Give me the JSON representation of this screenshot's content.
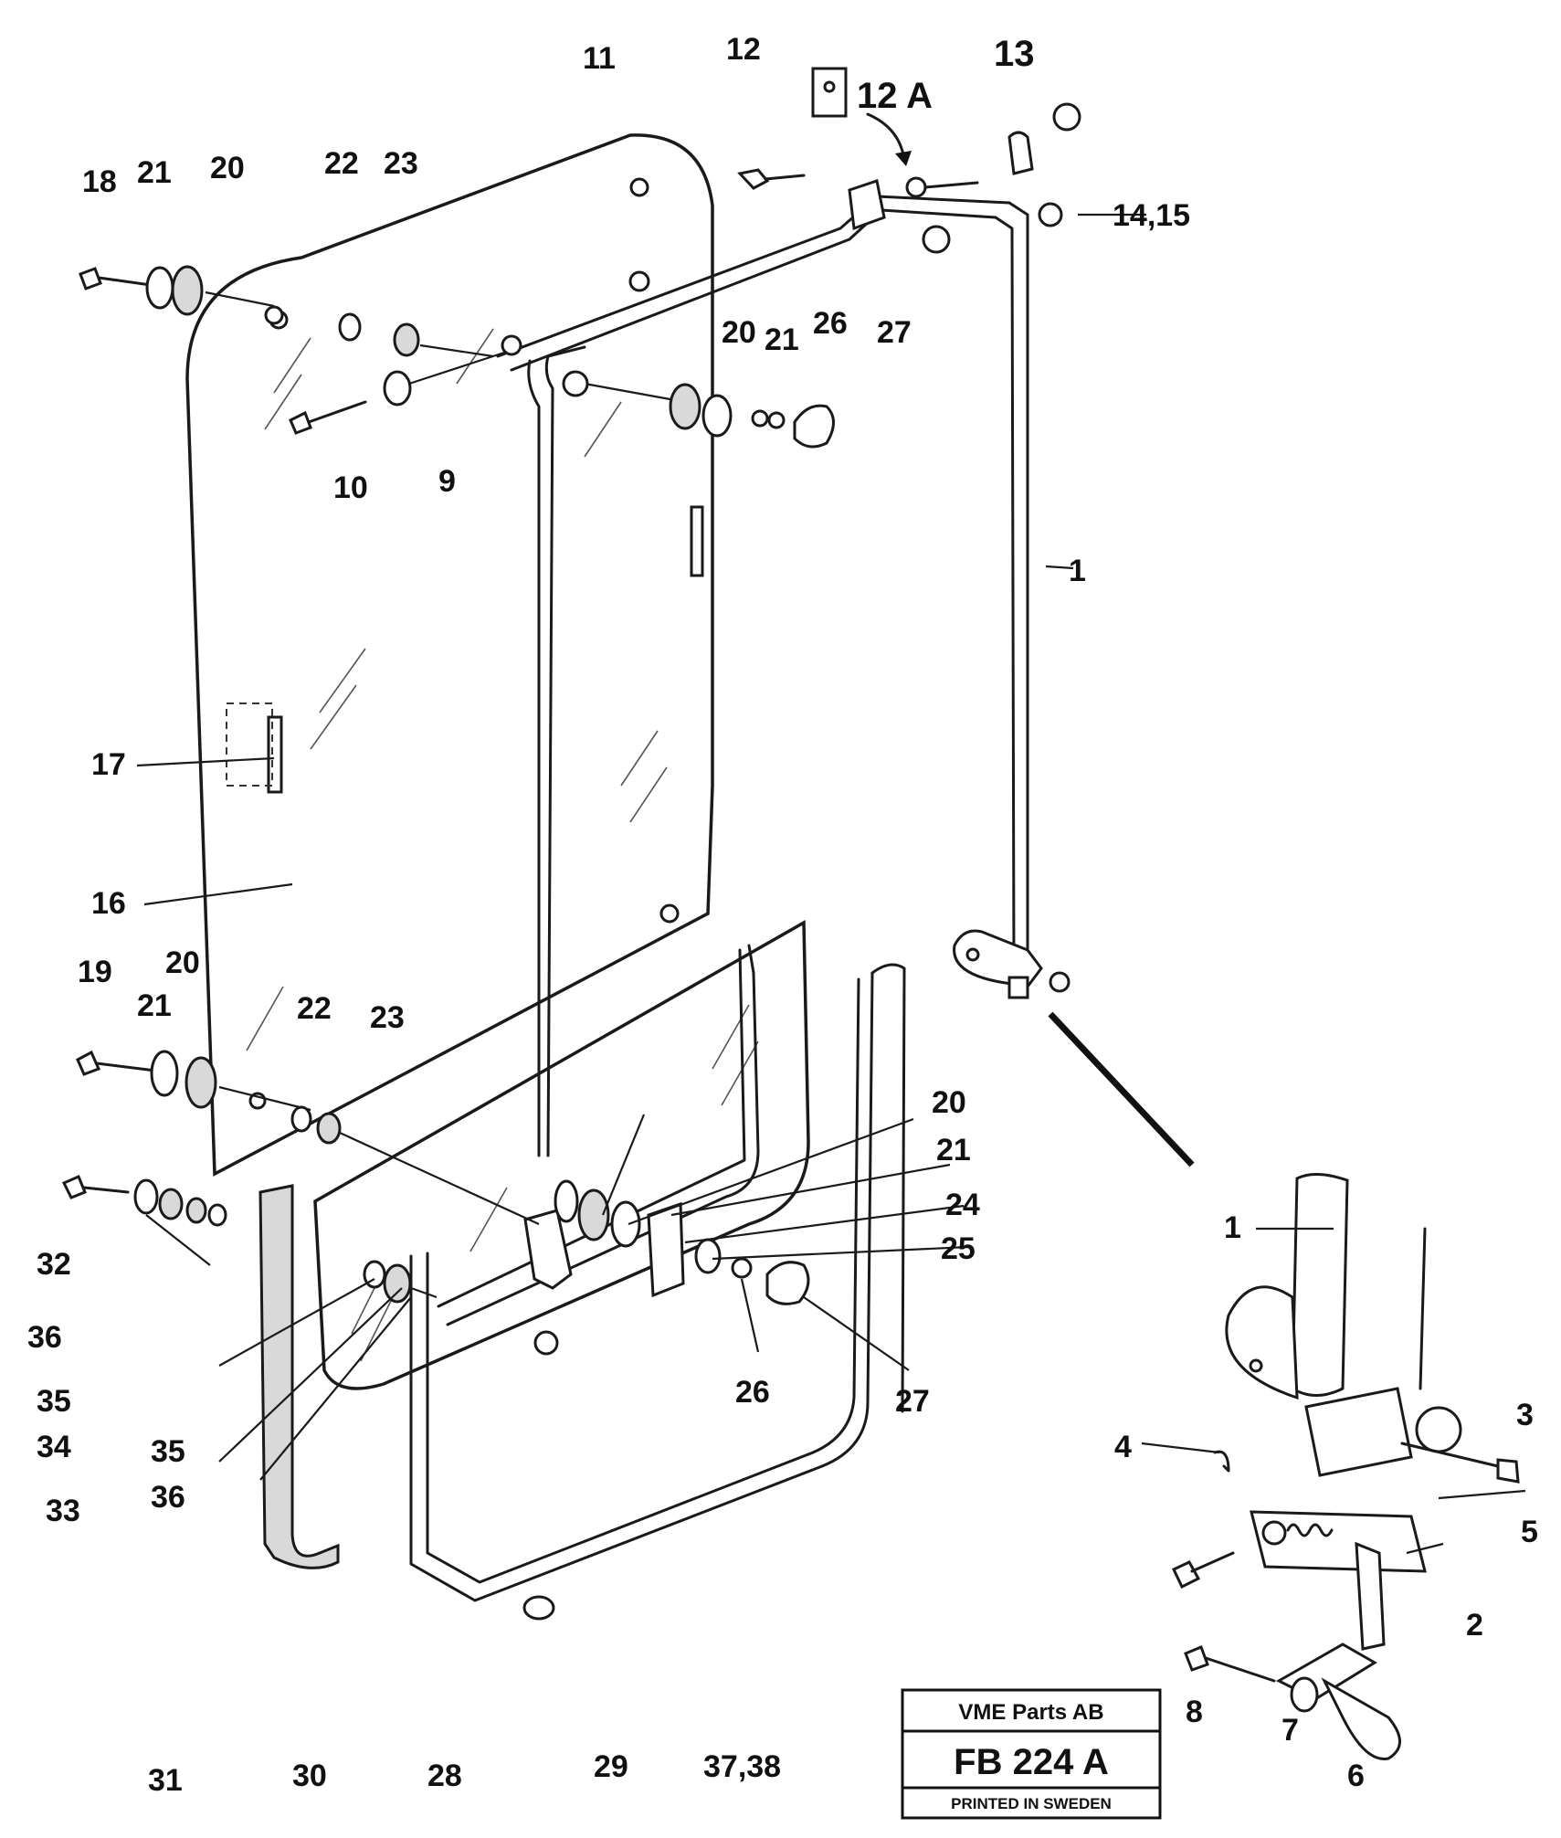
{
  "diagram": {
    "callouts": {
      "c1_upper": "1",
      "c1_lower": "1",
      "c2": "2",
      "c3": "3",
      "c4": "4",
      "c5": "5",
      "c6": "6",
      "c7": "7",
      "c8": "8",
      "c9": "9",
      "c10": "10",
      "c11": "11",
      "c12": "12",
      "c12a": "12 A",
      "c13": "13",
      "c14_15": "14,15",
      "c16": "16",
      "c17": "17",
      "c18": "18",
      "c19": "19",
      "c20_a": "20",
      "c20_b": "20",
      "c20_c": "20",
      "c20_d": "20",
      "c21_a": "21",
      "c21_b": "21",
      "c21_c": "21",
      "c21_d": "21",
      "c22_a": "22",
      "c22_b": "22",
      "c23_a": "23",
      "c23_b": "23",
      "c24": "24",
      "c25": "25",
      "c26_a": "26",
      "c26_b": "26",
      "c27_a": "27",
      "c27_b": "27",
      "c28": "28",
      "c29": "29",
      "c30": "30",
      "c31": "31",
      "c32": "32",
      "c33": "33",
      "c34": "34",
      "c35_a": "35",
      "c35_b": "35",
      "c36_a": "36",
      "c36_b": "36",
      "c37_38": "37,38"
    }
  },
  "title_block": {
    "company": "VME Parts AB",
    "code": "FB 224 A",
    "printed": "PRINTED IN SWEDEN"
  }
}
